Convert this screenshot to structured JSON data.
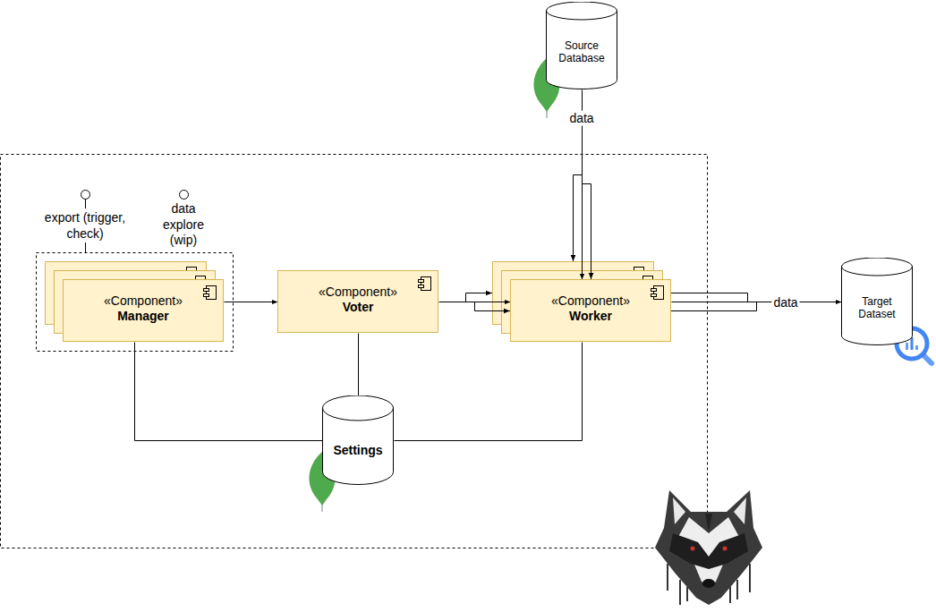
{
  "diagram": {
    "nodes": [
      {
        "text": [
          "Source Database"
        ]
      },
      {
        "text": [
          "«Component»",
          "Manager"
        ]
      },
      {
        "text": [
          "«Component»",
          "Voter"
        ]
      },
      {
        "text": [
          "«Component»",
          "Worker"
        ]
      },
      {
        "text": [
          "Target Dataset"
        ]
      },
      {
        "text": [
          "Settings"
        ]
      }
    ],
    "edges": [
      {
        "from": 0,
        "to": 3,
        "arrow": "to",
        "label": "data"
      },
      {
        "from": 1,
        "to": 2,
        "arrow": "to"
      },
      {
        "from": 2,
        "to": 3,
        "arrow": "to"
      },
      {
        "from": 3,
        "to": 4,
        "arrow": "to",
        "label": "data"
      },
      {
        "from": 1,
        "to": 5,
        "arrow": "none"
      },
      {
        "from": 2,
        "to": 5,
        "arrow": "none"
      },
      {
        "from": 3,
        "to": 5,
        "arrow": "none"
      }
    ],
    "labels": [
      "export (trigger, check)",
      "data explore (wip)"
    ]
  }
}
